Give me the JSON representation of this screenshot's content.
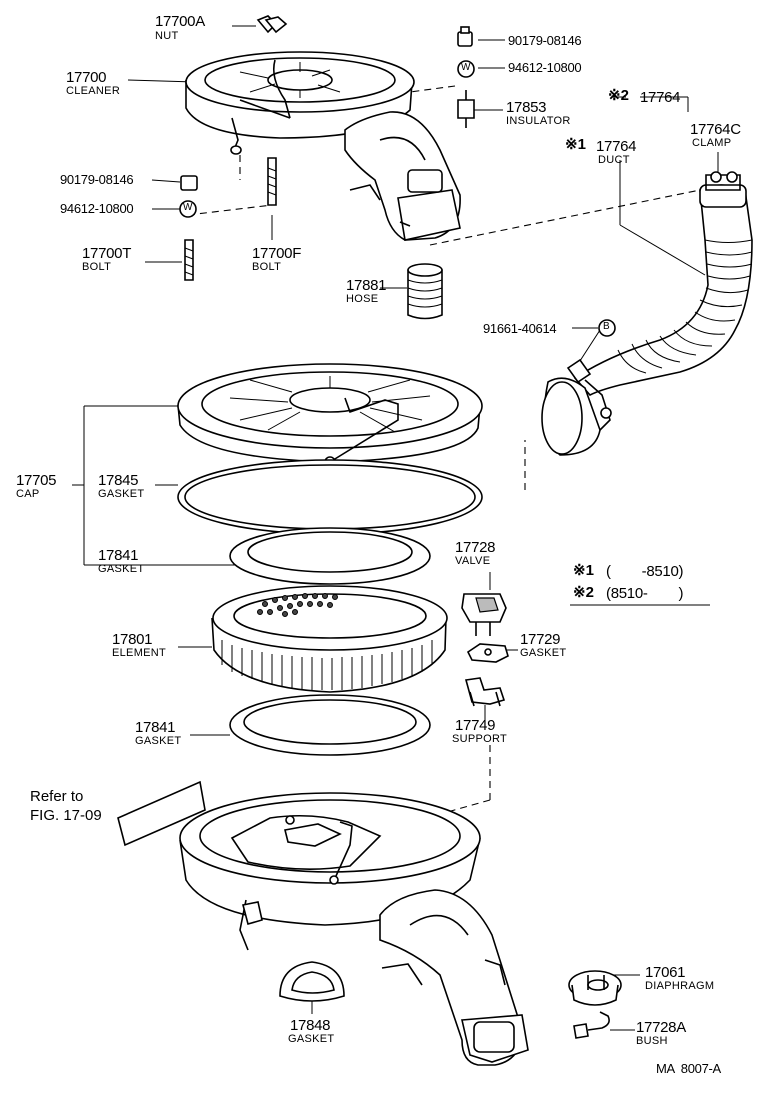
{
  "labels": {
    "p17700A": {
      "number": "17700A",
      "name": "NUT"
    },
    "p17700": {
      "number": "17700",
      "name": "CLEANER"
    },
    "p90179a": {
      "number": "90179-08146"
    },
    "p94612a": {
      "number": "94612-10800"
    },
    "p17853": {
      "number": "17853",
      "name": "INSULATOR"
    },
    "p90179b": {
      "number": "90179-08146"
    },
    "p94612b": {
      "number": "94612-10800"
    },
    "p17700T": {
      "number": "17700T",
      "name": "BOLT"
    },
    "p17700F": {
      "number": "17700F",
      "name": "BOLT"
    },
    "p17881": {
      "number": "17881",
      "name": "HOSE"
    },
    "p17764_2": {
      "mark": "※2",
      "number": "17764"
    },
    "p17764_1": {
      "mark": "※1",
      "number": "17764",
      "name": "DUCT"
    },
    "p17764C": {
      "number": "17764C",
      "name": "CLAMP"
    },
    "p91661": {
      "number": "91661-40614"
    },
    "p17705": {
      "number": "17705",
      "name": "CAP"
    },
    "p17845": {
      "number": "17845",
      "name": "GASKET"
    },
    "p17841a": {
      "number": "17841",
      "name": "GASKET"
    },
    "p17728": {
      "number": "17728",
      "name": "VALVE"
    },
    "p17801": {
      "number": "17801",
      "name": "ELEMENT"
    },
    "p17729": {
      "number": "17729",
      "name": "GASKET"
    },
    "p17841b": {
      "number": "17841",
      "name": "GASKET"
    },
    "p17749": {
      "number": "17749",
      "name": "SUPPORT"
    },
    "p17848": {
      "number": "17848",
      "name": "GASKET"
    },
    "p17061": {
      "number": "17061",
      "name": "DIAPHRAGM"
    },
    "p17728A": {
      "number": "17728A",
      "name": "BUSH"
    }
  },
  "washer_symbol": "W",
  "bolt_symbol": "B",
  "refer": {
    "line1": "Refer to",
    "line2": "FIG. 17-09"
  },
  "notes": [
    {
      "mark": "※1",
      "text": "(        -8510)"
    },
    {
      "mark": "※2",
      "text": "(8510-        )"
    }
  ],
  "footer_code": "MA  8007-A"
}
